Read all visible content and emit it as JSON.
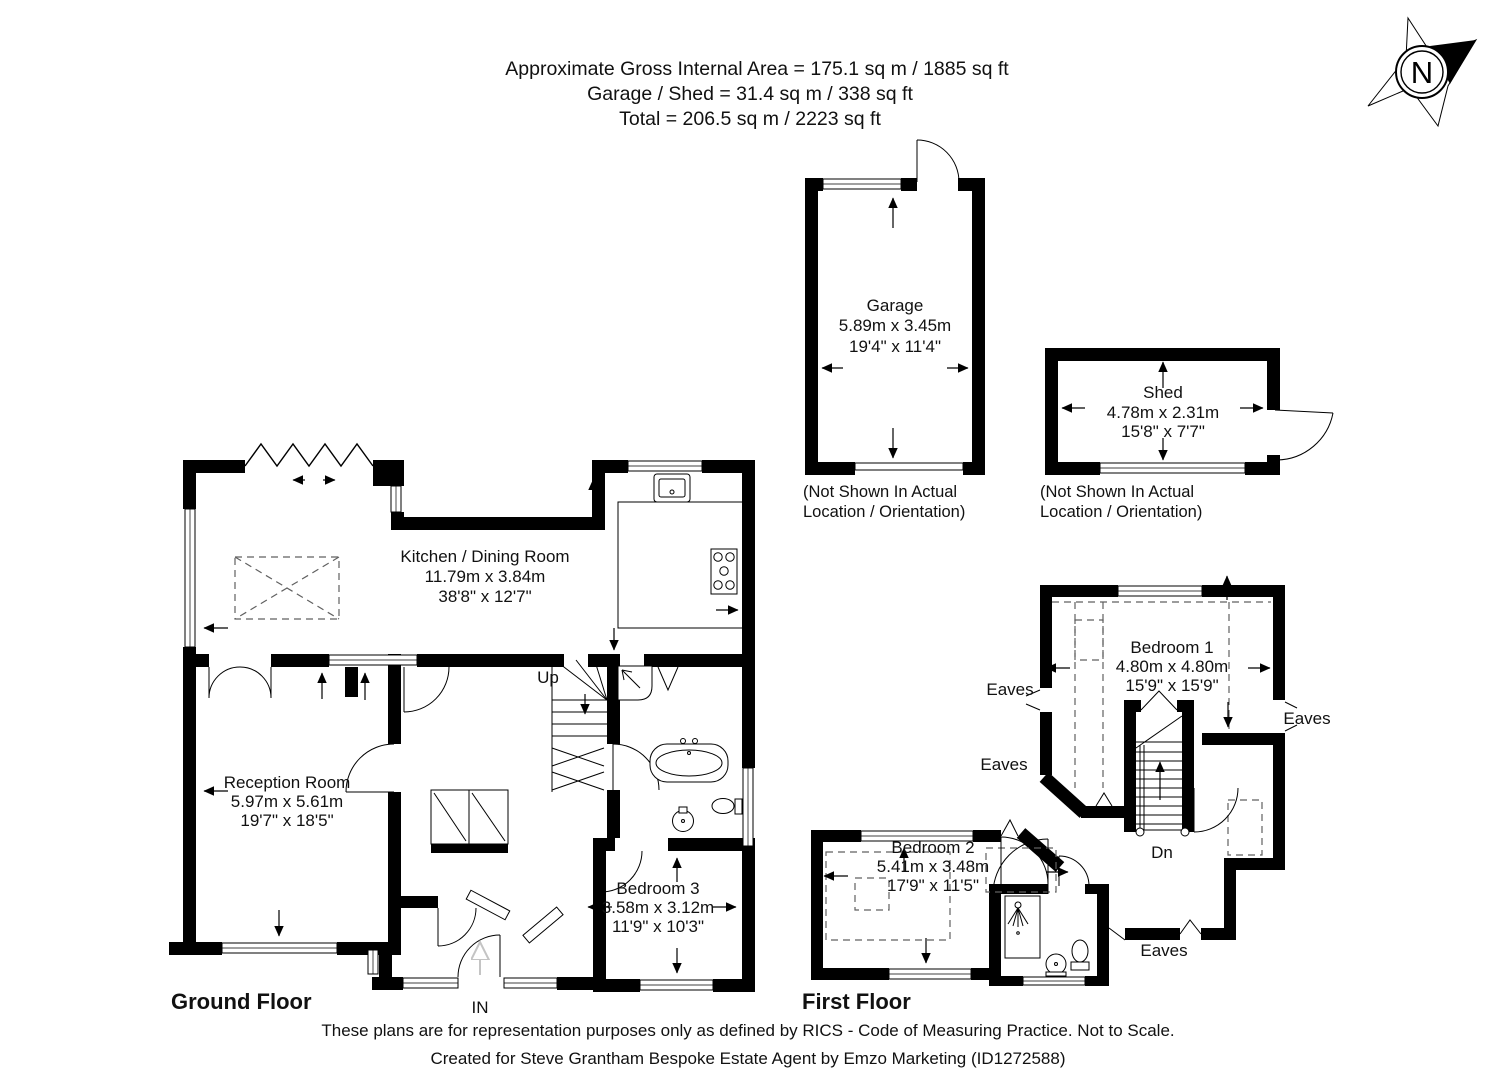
{
  "header": {
    "line1": "Approximate Gross Internal Area = 175.1 sq m / 1885 sq ft",
    "line2": "Garage / Shed = 31.4 sq m / 338 sq ft",
    "line3": "Total = 206.5 sq m / 2223 sq ft"
  },
  "compass": {
    "letter": "N"
  },
  "notes": {
    "line1": "(Not Shown In Actual",
    "line2": "Location / Orientation)"
  },
  "garage": {
    "name": "Garage",
    "metric": "5.89m x 3.45m",
    "imperial": "19'4\" x 11'4\""
  },
  "shed": {
    "name": "Shed",
    "metric": "4.78m x 2.31m",
    "imperial": "15'8\" x 7'7\""
  },
  "ground_floor": {
    "label": "Ground Floor",
    "kitchen": {
      "name": "Kitchen / Dining Room",
      "metric": "11.79m x 3.84m",
      "imperial": "38'8\" x 12'7\""
    },
    "reception": {
      "name": "Reception Room",
      "metric": "5.97m x 5.61m",
      "imperial": "19'7\" x 18'5\""
    },
    "bedroom3": {
      "name": "Bedroom 3",
      "metric": "3.58m x 3.12m",
      "imperial": "11'9\" x 10'3\""
    },
    "up_label": "Up",
    "in_label": "IN"
  },
  "first_floor": {
    "label": "First Floor",
    "bedroom1": {
      "name": "Bedroom 1",
      "metric": "4.80m x 4.80m",
      "imperial": "15'9\" x 15'9\""
    },
    "bedroom2": {
      "name": "Bedroom 2",
      "metric": "5.41m x 3.48m",
      "imperial": "17'9\" x 11'5\""
    },
    "dn_label": "Dn",
    "eaves_label": "Eaves"
  },
  "footer": {
    "line1": "These plans are for representation purposes only as defined by RICS - Code of Measuring Practice. Not to Scale.",
    "line2": "Created for Steve Grantham Bespoke Estate Agent by Emzo Marketing (ID1272588)"
  }
}
